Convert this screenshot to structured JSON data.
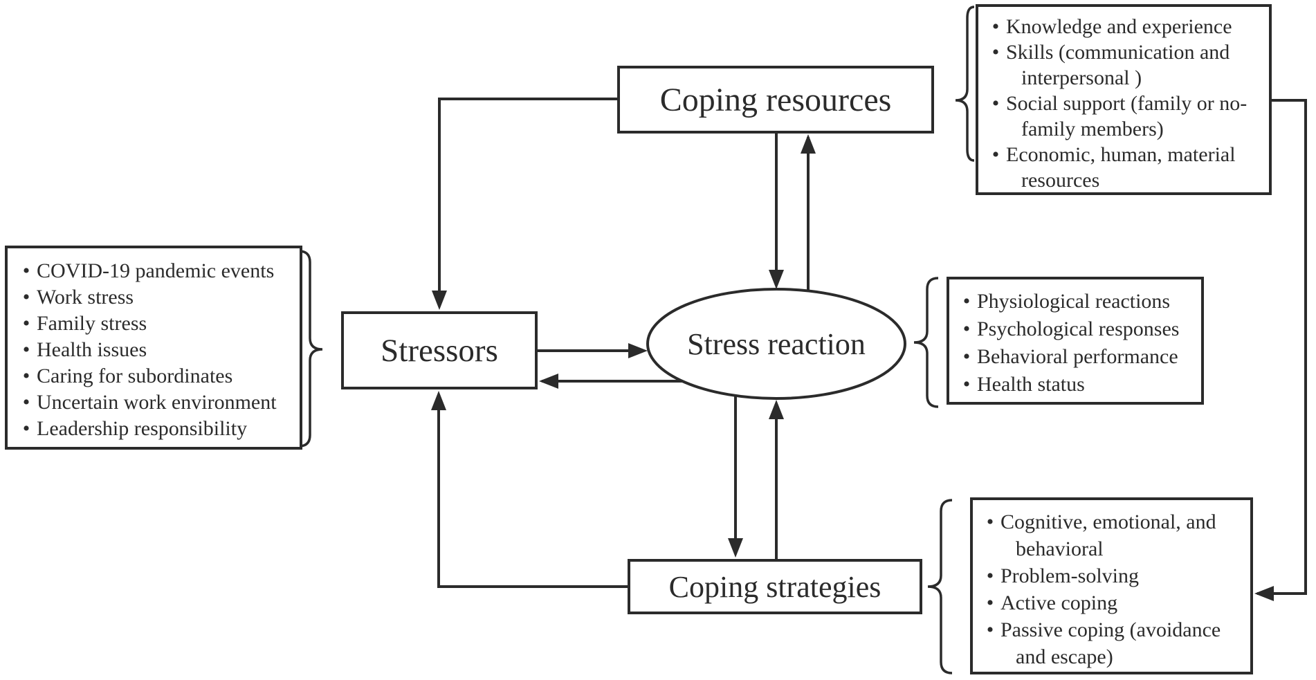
{
  "figure_title": "Stress and coping model diagram",
  "bullet_char": "•",
  "colors": {
    "line": "#2b2b2b",
    "background": "#ffffff"
  },
  "nodes": {
    "coping_resources": {
      "label": "Coping resources",
      "shape": "rectangle"
    },
    "stressors": {
      "label": "Stressors",
      "shape": "rectangle"
    },
    "stress_reaction": {
      "label": "Stress reaction",
      "shape": "ellipse"
    },
    "coping_strategies": {
      "label": "Coping strategies",
      "shape": "rectangle"
    }
  },
  "lists": {
    "coping_resource_examples": {
      "items": [
        "Knowledge and experience",
        "Skills (communication and interpersonal )",
        "Social support (family or no-family members)",
        "Economic, human, material resources"
      ]
    },
    "stressor_examples": {
      "items": [
        "COVID-19 pandemic events",
        "Work stress",
        "Family stress",
        "Health issues",
        "Caring for subordinates",
        "Uncertain work environment",
        "Leadership responsibility"
      ]
    },
    "stress_reaction_examples": {
      "items": [
        "Physiological reactions",
        "Psychological responses",
        "Behavioral performance",
        "Health status"
      ]
    },
    "coping_strategy_examples": {
      "items": [
        "Cognitive, emotional, and behavioral",
        "Problem-solving",
        "Active coping",
        "Passive coping (avoidance and escape)"
      ]
    }
  },
  "connections": [
    "Coping resources -> Stressors",
    "Coping resources -> Stress reaction",
    "Stress reaction -> Coping resources",
    "Stressors -> Stress reaction",
    "Stress reaction -> Stressors",
    "Stress reaction -> Coping strategies",
    "Coping strategies -> Stress reaction",
    "Coping strategies -> Stressors",
    "Coping resources list -> Coping strategies list"
  ]
}
